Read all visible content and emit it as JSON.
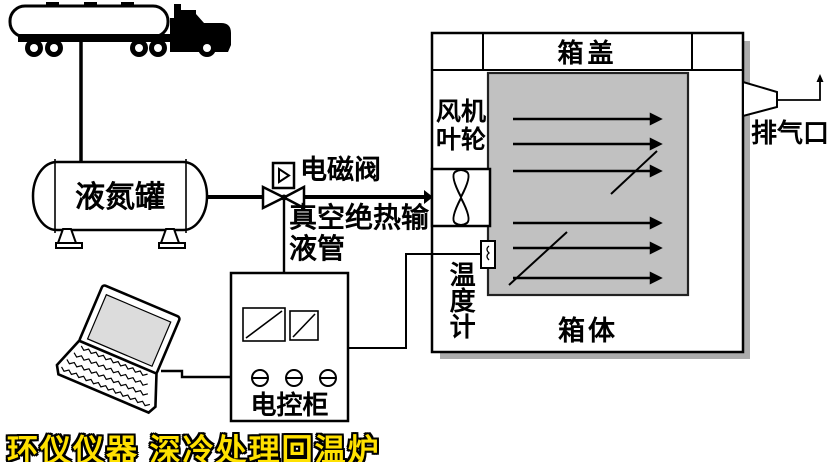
{
  "diagram": {
    "truck": {
      "icon": "tanker-truck-icon"
    },
    "tank": {
      "label": "液氮罐"
    },
    "valve": {
      "label": "电磁阀",
      "icon": "solenoid-valve-icon"
    },
    "pipe": {
      "label": "真空绝热输液管",
      "label_lines": [
        "真空绝热输",
        "液管"
      ]
    },
    "cabinet": {
      "label": "电控柜",
      "meter_count": 2,
      "knob_count": 3
    },
    "laptop": {
      "icon": "laptop-icon"
    },
    "chamber": {
      "lid_label": "箱盖",
      "fan_label": "风机叶轮",
      "fan_label_lines": [
        "风机",
        "叶轮"
      ],
      "thermometer_label": "温度计",
      "body_label": "箱体",
      "exhaust_label": "排气口",
      "airflow_arrow_count": 6,
      "fill_color": "#c1c1c1",
      "shadow_color": "#ababab"
    }
  },
  "watermark": {
    "text": "环仪仪器 深冷处理回温炉",
    "color": "#ffe100",
    "outline": "#000000"
  },
  "icons": {
    "truck": "tanker-truck-icon",
    "valve": "solenoid-valve-icon",
    "fan": "fan-impeller-icon",
    "thermometer": "temperature-sensor-icon",
    "laptop": "laptop-icon",
    "exhaust": "exhaust-nozzle-icon",
    "meter": "meter-icon",
    "knob": "knob-icon",
    "airflow": "airflow-arrow-icon"
  }
}
